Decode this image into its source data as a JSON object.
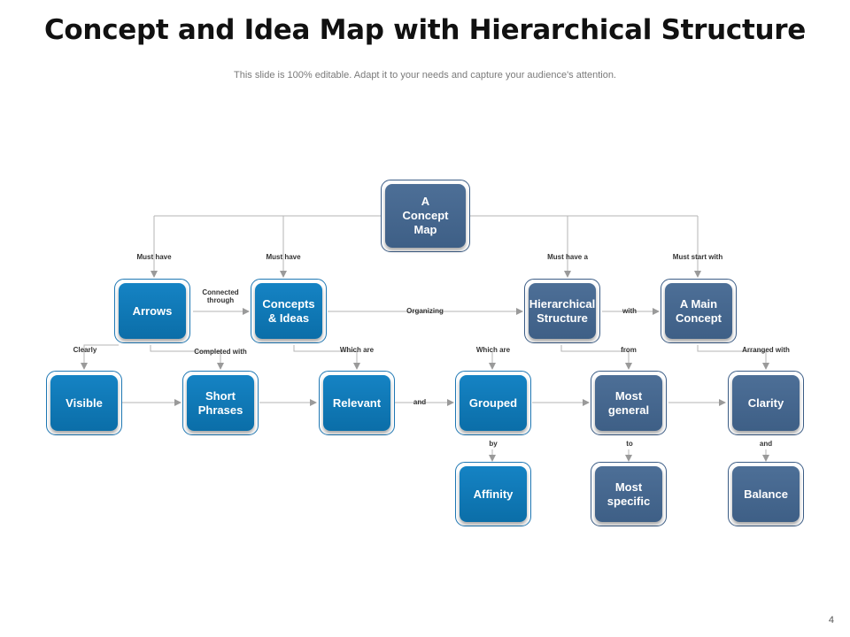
{
  "title": "Concept and Idea Map with Hierarchical Structure",
  "subtitle": "This slide is 100% editable. Adapt it to your needs and capture your audience's attention.",
  "page_number": "4",
  "nodes": {
    "concept_map": "A Concept Map",
    "arrows": "Arrows",
    "concepts_ideas": "Concepts & Ideas",
    "hierarchical_structure": "Hierarchical Structure",
    "main_concept": "A Main Concept",
    "visible": "Visible",
    "short_phrases": "Short Phrases",
    "relevant": "Relevant",
    "grouped": "Grouped",
    "most_general": "Most general",
    "clarity": "Clarity",
    "affinity": "Affinity",
    "most_specific": "Most specific",
    "balance": "Balance"
  },
  "links": {
    "must_have_1": "Must have",
    "must_have_2": "Must have",
    "must_have_a": "Must have a",
    "must_start_with": "Must start with",
    "connected_through": "Connected through",
    "organizing": "Organizing",
    "with": "with",
    "clearly": "Clearly",
    "completed_with": "Completed with",
    "which_are_1": "Which are",
    "which_are_2": "Which are",
    "from": "from",
    "arranged_with": "Arranged  with",
    "and_1": "and",
    "by": "by",
    "to": "to",
    "and_2": "and"
  },
  "colors": {
    "blue_node": "#0b6ea8",
    "slate_node": "#3e5f86",
    "connector": "#b5b5b5"
  }
}
